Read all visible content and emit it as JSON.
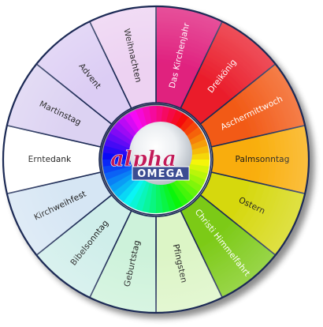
{
  "wheel": {
    "segments": [
      {
        "label": "Das Kirchenjahr",
        "color": "#e0207e",
        "text_color": "#ffffff"
      },
      {
        "label": "Dreikönig",
        "color": "#ea1e2c",
        "text_color": "#ffffff"
      },
      {
        "label": "Aschermittwoch",
        "color": "#f25a16",
        "text_color": "#ffffff"
      },
      {
        "label": "Palmsonntag",
        "color": "#f9ad08",
        "text_color": "#1a1a1a"
      },
      {
        "label": "Ostern",
        "color": "#d6d810",
        "text_color": "#1a1a1a"
      },
      {
        "label": "Christi Himmelfahrt",
        "color": "#7cca16",
        "text_color": "#ffffff"
      },
      {
        "label": "Pfingsten",
        "color": "#dcf5c6",
        "text_color": "#1a1a1a"
      },
      {
        "label": "Geburtstag",
        "color": "#cdf2da",
        "text_color": "#1a1a1a"
      },
      {
        "label": "Bibelsonntag",
        "color": "#cfeeea",
        "text_color": "#1a1a1a"
      },
      {
        "label": "Kirchweihfest",
        "color": "#d6e6f4",
        "text_color": "#1a1a1a"
      },
      {
        "label": "Erntedank",
        "color": "#ffffff",
        "text_color": "#1a1a1a"
      },
      {
        "label": "Martinstag",
        "color": "#dcd2f2",
        "text_color": "#1a1a1a"
      },
      {
        "label": "Advent",
        "color": "#dccdf4",
        "text_color": "#1a1a1a"
      },
      {
        "label": "Weihnachten",
        "color": "#edd2f2",
        "text_color": "#1a1a1a"
      }
    ]
  },
  "logo": {
    "alpha_text": "alpha",
    "omega_text": "OMEGA",
    "alpha_color": "#c21a58",
    "omega_bg": "#3c4d92",
    "omega_text_color": "#ffffff"
  },
  "colors": {
    "outline": "#1c2a55"
  }
}
